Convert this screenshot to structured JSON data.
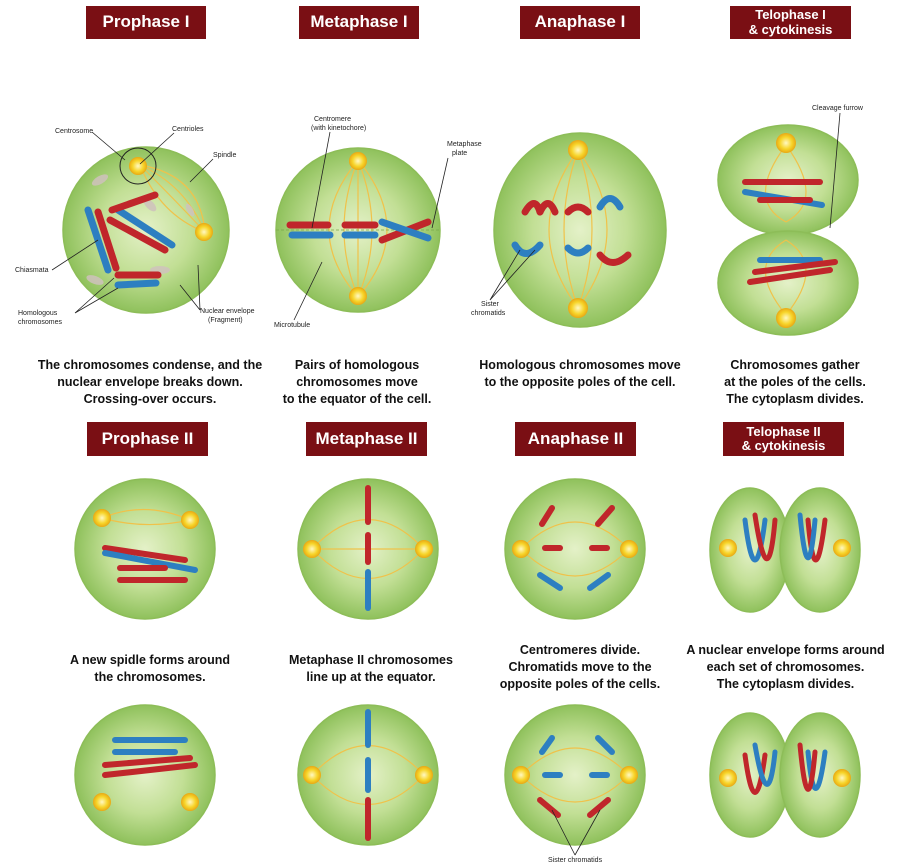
{
  "stages": {
    "prophase1": {
      "title": "Prophase I",
      "desc": [
        "The chromosomes condense, and the",
        "nuclear envelope breaks down.",
        "Crossing-over occurs."
      ]
    },
    "metaphase1": {
      "title": "Metaphase I",
      "desc": [
        "Pairs of homologous",
        "chromosomes move",
        "to the equator of the cell."
      ]
    },
    "anaphase1": {
      "title": "Anaphase I",
      "desc": [
        "Homologous chromosomes move",
        "to the opposite poles of the cell."
      ]
    },
    "telophase1": {
      "title": [
        "Telophase I",
        "& cytokinesis"
      ],
      "desc": [
        "Chromosomes gather",
        "at the poles of the cells.",
        "The cytoplasm divides."
      ]
    },
    "prophase2": {
      "title": "Prophase II",
      "desc": [
        "A new spidle forms around",
        "the chromosomes."
      ]
    },
    "metaphase2": {
      "title": "Metaphase II",
      "desc": [
        "Metaphase II  chromosomes",
        "line up at the equator."
      ]
    },
    "anaphase2": {
      "title": "Anaphase II",
      "desc": [
        "Centromeres divide.",
        "Chromatids move to the",
        "opposite poles of the cells."
      ]
    },
    "telophase2": {
      "title": [
        "Telophase II",
        "& cytokinesis"
      ],
      "desc": [
        "A nuclear envelope forms around",
        "each set of chromosomes.",
        "The cytoplasm divides."
      ]
    }
  },
  "labels": {
    "centrosome": "Centrosome",
    "centrioles": "Centrioles",
    "spindle": "Spindle",
    "chiasmata": "Chiasmata",
    "homologous": [
      "Homologous",
      "chromosomes"
    ],
    "nuclear_envelope": [
      "Nuclear envelope",
      "(Fragment)"
    ],
    "centromere": [
      "Centromere",
      "(with kinetochore)"
    ],
    "metaphase_plate": [
      "Metaphase",
      "plate"
    ],
    "microtubule": "Microtubule",
    "sister_chromatids_1": [
      "Sister",
      "chromatids"
    ],
    "cleavage_furrow": "Cleavage furrow",
    "sister_chromatids_2": "Sister chromatids"
  },
  "colors": {
    "title_bg": "#7a0f14",
    "cell": "#a9cf79",
    "red_chromosome": "#c0262b",
    "blue_chromosome": "#2d7fc1",
    "centrosome": "#f5d11f",
    "spindle": "#f0c24a"
  }
}
